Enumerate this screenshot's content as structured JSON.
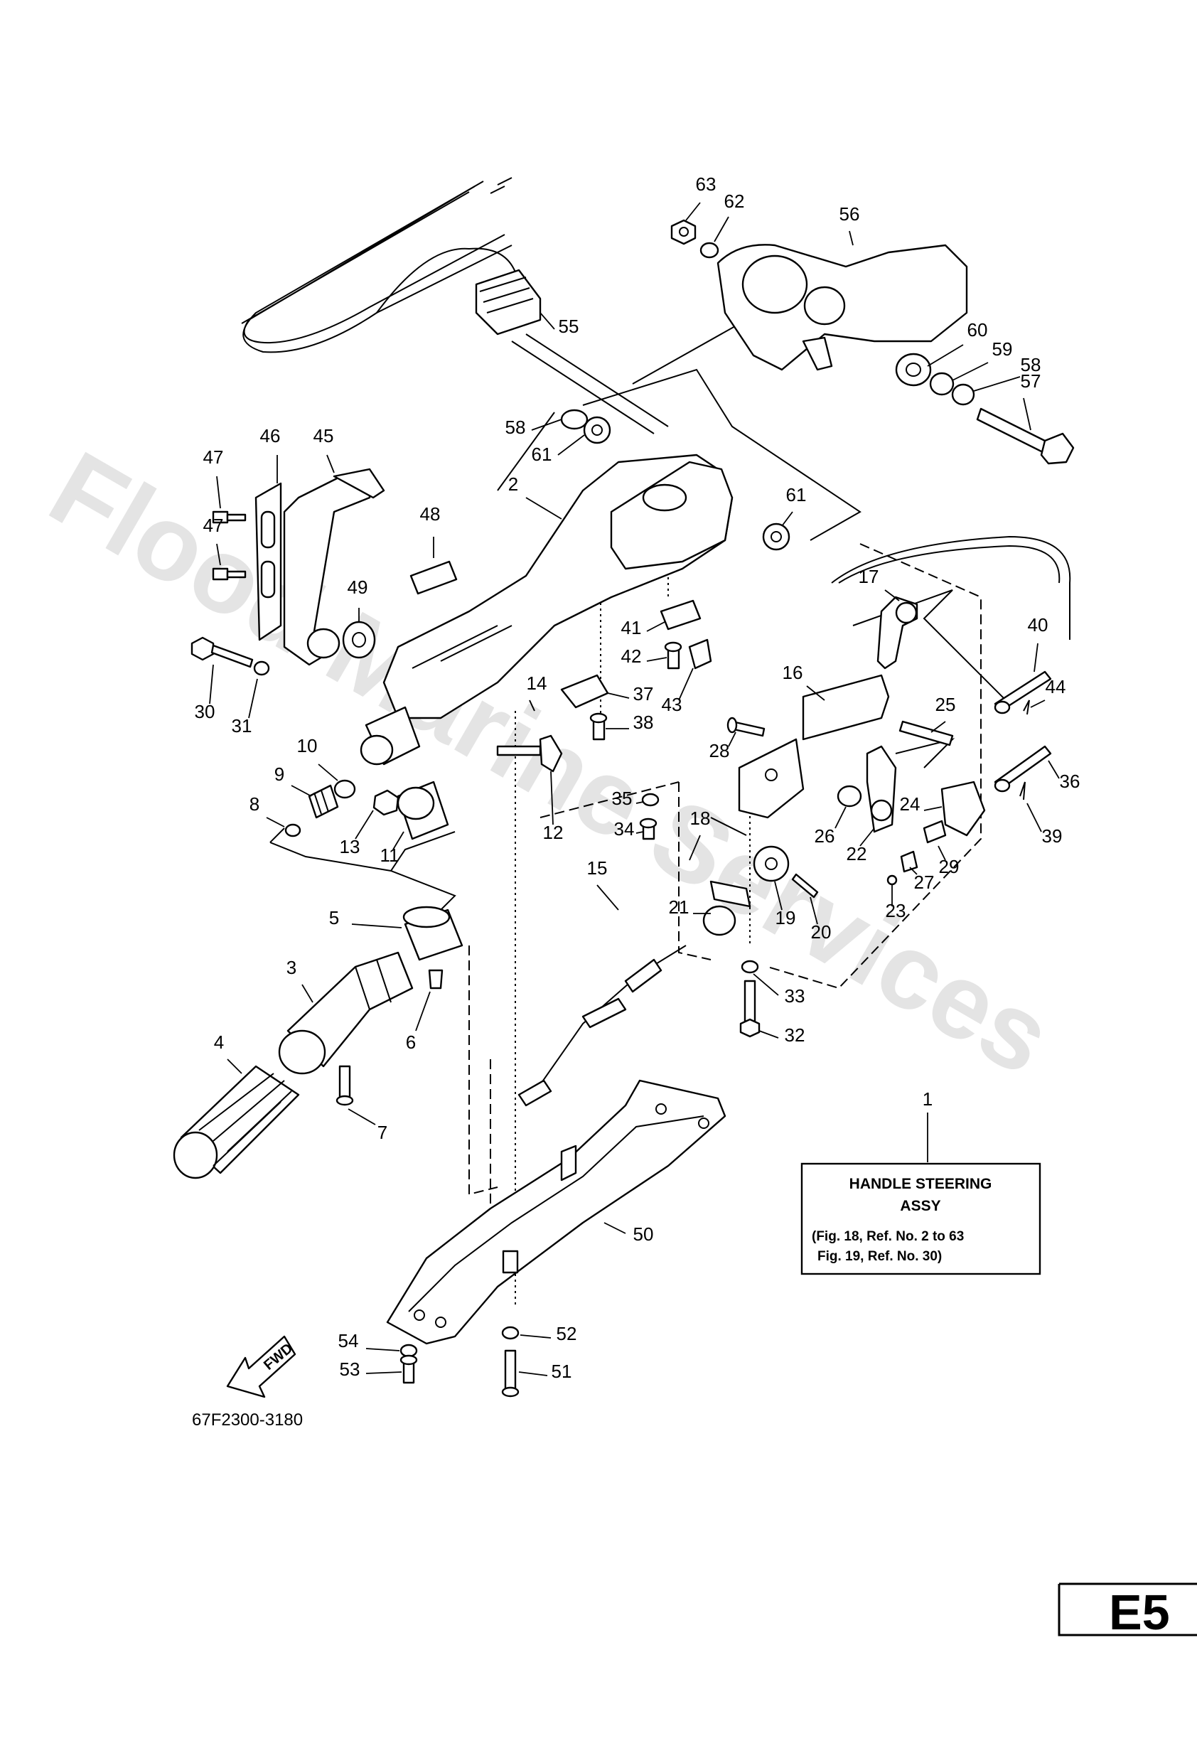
{
  "watermark": "Flood Marine Services",
  "title_box": {
    "ref_number": "1",
    "title_line1": "HANDLE STEERING",
    "title_line2": "ASSY",
    "note_line1": "(Fig. 18, Ref. No. 2 to 63",
    "note_line2": "Fig. 19, Ref. No. 30)"
  },
  "fwd_label": "FWD",
  "diagram_code": "67F2300-3180",
  "page_tag": "E5",
  "callouts": [
    {
      "n": "2"
    },
    {
      "n": "3"
    },
    {
      "n": "4"
    },
    {
      "n": "5"
    },
    {
      "n": "6"
    },
    {
      "n": "7"
    },
    {
      "n": "8"
    },
    {
      "n": "9"
    },
    {
      "n": "10"
    },
    {
      "n": "11"
    },
    {
      "n": "12"
    },
    {
      "n": "13"
    },
    {
      "n": "14"
    },
    {
      "n": "15"
    },
    {
      "n": "16"
    },
    {
      "n": "17"
    },
    {
      "n": "18"
    },
    {
      "n": "19"
    },
    {
      "n": "20"
    },
    {
      "n": "21"
    },
    {
      "n": "22"
    },
    {
      "n": "23"
    },
    {
      "n": "24"
    },
    {
      "n": "25"
    },
    {
      "n": "26"
    },
    {
      "n": "27"
    },
    {
      "n": "28"
    },
    {
      "n": "29"
    },
    {
      "n": "30"
    },
    {
      "n": "31"
    },
    {
      "n": "32"
    },
    {
      "n": "33"
    },
    {
      "n": "34"
    },
    {
      "n": "35"
    },
    {
      "n": "36"
    },
    {
      "n": "37"
    },
    {
      "n": "38"
    },
    {
      "n": "39"
    },
    {
      "n": "40"
    },
    {
      "n": "41"
    },
    {
      "n": "42"
    },
    {
      "n": "43"
    },
    {
      "n": "44"
    },
    {
      "n": "45"
    },
    {
      "n": "46"
    },
    {
      "n": "47"
    },
    {
      "n": "47"
    },
    {
      "n": "48"
    },
    {
      "n": "49"
    },
    {
      "n": "50"
    },
    {
      "n": "51"
    },
    {
      "n": "52"
    },
    {
      "n": "53"
    },
    {
      "n": "54"
    },
    {
      "n": "55"
    },
    {
      "n": "56"
    },
    {
      "n": "57"
    },
    {
      "n": "58"
    },
    {
      "n": "58"
    },
    {
      "n": "59"
    },
    {
      "n": "60"
    },
    {
      "n": "61"
    },
    {
      "n": "61"
    },
    {
      "n": "62"
    },
    {
      "n": "63"
    }
  ]
}
